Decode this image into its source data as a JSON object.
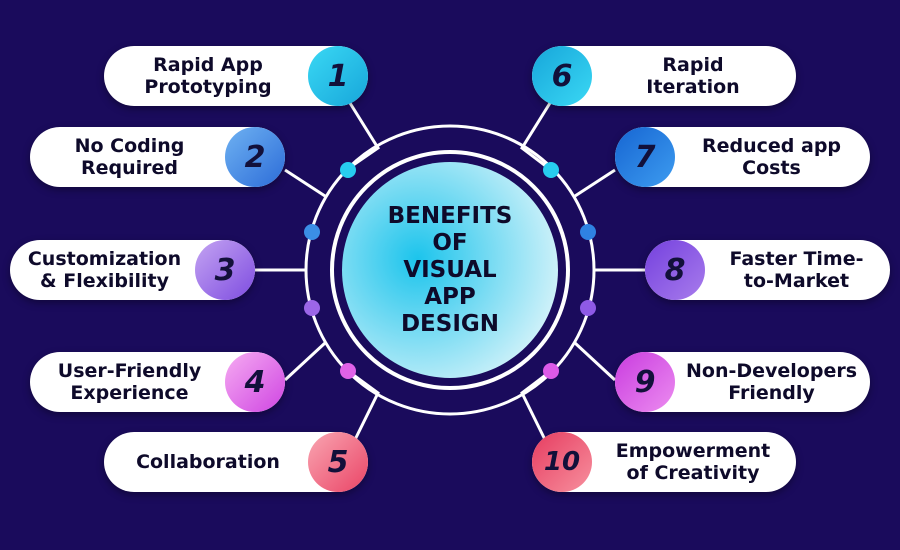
{
  "center": {
    "title": "BENEFITS\nOF\nVISUAL\nAPP\nDESIGN"
  },
  "benefits": [
    {
      "number": "1",
      "label": "Rapid App\nPrototyping"
    },
    {
      "number": "2",
      "label": "No Coding\nRequired"
    },
    {
      "number": "3",
      "label": "Customization\n& Flexibility"
    },
    {
      "number": "4",
      "label": "User-Friendly\nExperience"
    },
    {
      "number": "5",
      "label": "Collaboration"
    },
    {
      "number": "6",
      "label": "Rapid\nIteration"
    },
    {
      "number": "7",
      "label": "Reduced app\nCosts"
    },
    {
      "number": "8",
      "label": "Faster Time-\nto-Market"
    },
    {
      "number": "9",
      "label": "Non-Developers\nFriendly"
    },
    {
      "number": "10",
      "label": "Empowerment\nof Creativity"
    }
  ],
  "colors": {
    "background": "#1a0b5c",
    "ring": "#ffffff",
    "center_fill_start": "#1cc4ec",
    "center_fill_end": "#e6f7fb",
    "badge_1": "#23c2ec",
    "badge_2": "#3d8ae6",
    "badge_3": "#9a63e8",
    "badge_4": "#dc5ae8",
    "badge_5": "#f0567a",
    "badge_6": "#23c2ec",
    "badge_7": "#1c7ee0",
    "badge_8": "#8752e6",
    "badge_9": "#d94fe6",
    "badge_10": "#ef4d6e"
  }
}
